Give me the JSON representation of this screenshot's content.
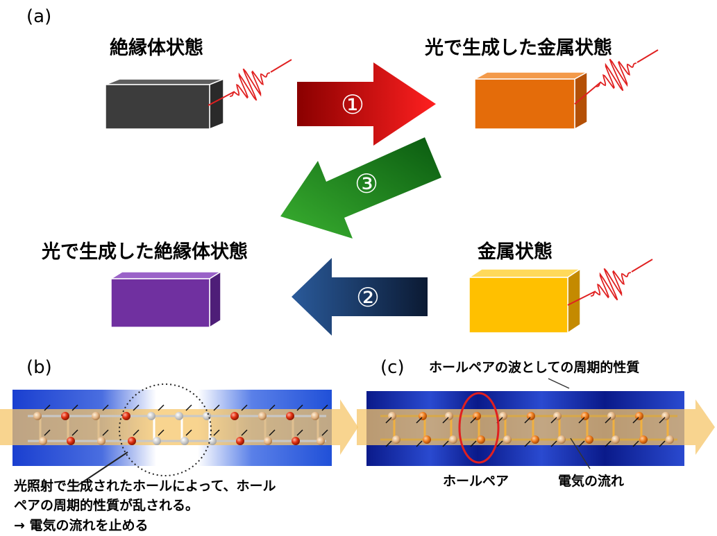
{
  "panel_a": {
    "label": "(a)",
    "states": {
      "insulator": {
        "title": "絶縁体状態",
        "color": "#3c3c3c"
      },
      "photo_metal": {
        "title": "光で生成した金属状態",
        "color": "#e46c0a"
      },
      "photo_insulator": {
        "title": "光で生成した絶縁体状態",
        "color": "#7030a0"
      },
      "metal": {
        "title": "金属状態",
        "color": "#ffc000"
      }
    },
    "arrows": {
      "step1": {
        "label": "①",
        "color": "#e01010"
      },
      "step2": {
        "label": "②",
        "color": "#17375e"
      },
      "step3": {
        "label": "③",
        "color": "#1a7a1a"
      }
    }
  },
  "panel_b": {
    "label": "(b)",
    "caption_lines": [
      "光照射で生成されたホールによって、ホール",
      "ペアの周期的性質が乱される。",
      "→  電気の流れを止める"
    ]
  },
  "panel_c": {
    "label": "(c)",
    "annotation_top": "ホールペアの波としての周期的性質",
    "annotation_pair": "ホールペア",
    "annotation_flow": "電気の流れ"
  },
  "colors": {
    "pulse": "#e02020",
    "flow_arrow": "#f5c66a",
    "ladder_blue": "#1a3fd0",
    "atom_red": "#e03010",
    "atom_orange": "#f08020"
  }
}
